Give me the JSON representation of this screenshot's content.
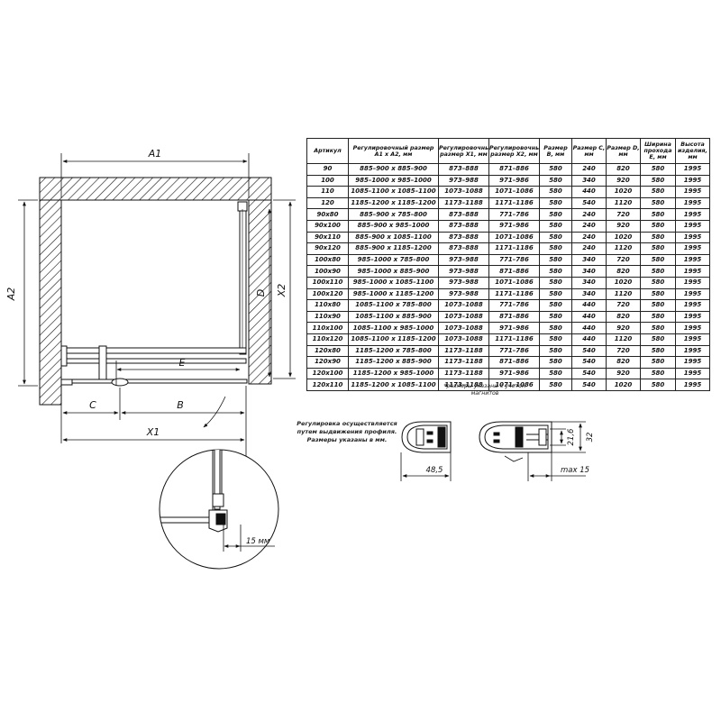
{
  "dimensions": {
    "a1": "A1",
    "a2": "A2",
    "x1": "X1",
    "x2": "X2",
    "b": "B",
    "c": "C",
    "d": "D",
    "e": "E",
    "offset_15": "15 мм",
    "profile_width": "48,5",
    "profile_height_inner": "21,6",
    "profile_height_outer": "32",
    "profile_max": "max 15"
  },
  "profile_note": "Регулировка осуществляется путем выдвижения профиля. Размеры указаны в мм.",
  "table": {
    "headers": [
      "Артикул",
      "Регулировочный размер A1 x A2, мм",
      "Регулировочный размер X1, мм",
      "Регулировочный размер X2, мм",
      "Размер B, мм",
      "Размер C, мм",
      "Размер D, мм",
      "Ширина прохода E, мм",
      "Высота изделия, мм"
    ],
    "rows": [
      [
        "90",
        "885–900 x 885–900",
        "873–888",
        "871–886",
        "580",
        "240",
        "820",
        "580",
        "1995"
      ],
      [
        "100",
        "985–1000 x 985–1000",
        "973–988",
        "971–986",
        "580",
        "340",
        "920",
        "580",
        "1995"
      ],
      [
        "110",
        "1085–1100 x 1085–1100",
        "1073–1088",
        "1071–1086",
        "580",
        "440",
        "1020",
        "580",
        "1995"
      ],
      [
        "120",
        "1185–1200 x 1185–1200",
        "1173–1188",
        "1171–1186",
        "580",
        "540",
        "1120",
        "580",
        "1995"
      ],
      [
        "90x80",
        "885–900 x 785–800",
        "873–888",
        "771–786",
        "580",
        "240",
        "720",
        "580",
        "1995"
      ],
      [
        "90x100",
        "885–900 x 985–1000",
        "873–888",
        "971–986",
        "580",
        "240",
        "920",
        "580",
        "1995"
      ],
      [
        "90x110",
        "885–900 x 1085–1100",
        "873–888",
        "1071–1086",
        "580",
        "240",
        "1020",
        "580",
        "1995"
      ],
      [
        "90x120",
        "885–900 x 1185–1200",
        "873–888",
        "1171–1186",
        "580",
        "240",
        "1120",
        "580",
        "1995"
      ],
      [
        "100x80",
        "985–1000 x 785–800",
        "973–988",
        "771–786",
        "580",
        "340",
        "720",
        "580",
        "1995"
      ],
      [
        "100x90",
        "985–1000 x 885–900",
        "973–988",
        "871–886",
        "580",
        "340",
        "820",
        "580",
        "1995"
      ],
      [
        "100x110",
        "985–1000 x 1085–1100",
        "973–988",
        "1071–1086",
        "580",
        "340",
        "1020",
        "580",
        "1995"
      ],
      [
        "100x120",
        "985–1000 x 1185–1200",
        "973–988",
        "1171–1186",
        "580",
        "340",
        "1120",
        "580",
        "1995"
      ],
      [
        "110x80",
        "1085–1100 x 785–800",
        "1073–1088",
        "771–786",
        "580",
        "440",
        "720",
        "580",
        "1995"
      ],
      [
        "110x90",
        "1085–1100 x 885–900",
        "1073–1088",
        "871–886",
        "580",
        "440",
        "820",
        "580",
        "1995"
      ],
      [
        "110x100",
        "1085–1100 x 985–1000",
        "1073–1088",
        "971–986",
        "580",
        "440",
        "920",
        "580",
        "1995"
      ],
      [
        "110x120",
        "1085–1100 x 1185–1200",
        "1073–1088",
        "1171–1186",
        "580",
        "440",
        "1120",
        "580",
        "1995"
      ],
      [
        "120x80",
        "1185–1200 x 785–800",
        "1173–1188",
        "771–786",
        "580",
        "540",
        "720",
        "580",
        "1995"
      ],
      [
        "120x90",
        "1185–1200 x 885–900",
        "1173–1188",
        "871–886",
        "580",
        "540",
        "820",
        "580",
        "1995"
      ],
      [
        "120x100",
        "1185–1200 x 985–1000",
        "1173–1188",
        "971–986",
        "580",
        "540",
        "920",
        "580",
        "1995"
      ],
      [
        "120x110",
        "1185–1200 x 1085–1100",
        "1173–1188",
        "1071–1086",
        "580",
        "540",
        "1020",
        "580",
        "1995"
      ]
    ],
    "footnote": "*размеры указаны с учетом магнитов"
  }
}
